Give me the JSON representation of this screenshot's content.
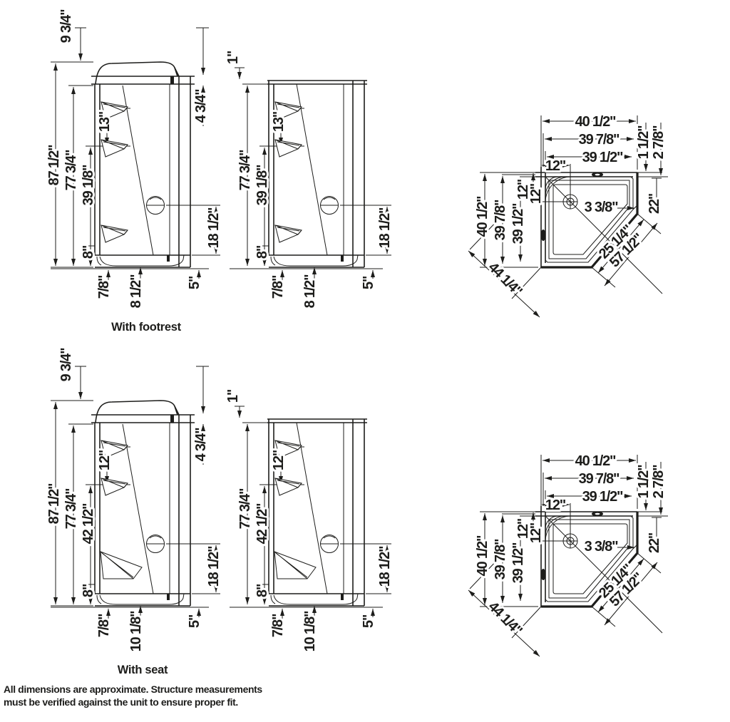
{
  "captions": {
    "footrest": "With footrest",
    "seat": "With seat"
  },
  "footnote": {
    "line1": "All dimensions are approximate. Structure measurements",
    "line2": "must be verified against the unit to ensure proper fit."
  },
  "side_footrest_1": {
    "top_height": "9 3/4\"",
    "overall_height": "87 1/2\"",
    "inner_height": "77 3/4\"",
    "jet_height": "39 1/8\"",
    "jet_spacing": "13\"",
    "top_cap": "4 3/4\"",
    "valve_height": "18 1/2\"",
    "base_height": "8\"",
    "base_lip": "7/8\"",
    "base_depth": "8 1/2\"",
    "apron": "5\""
  },
  "side_footrest_2": {
    "top_cap": "1\"",
    "inner_height": "77 3/4\"",
    "jet_height": "39 1/8\"",
    "jet_spacing": "13\"",
    "valve_height": "18 1/2\"",
    "base_height": "8\"",
    "base_lip": "7/8\"",
    "base_depth": "8 1/2\"",
    "apron": "5\""
  },
  "side_seat_1": {
    "top_height": "9 3/4\"",
    "overall_height": "87 1/2\"",
    "inner_height": "77 3/4\"",
    "seat_height": "42 1/2\"",
    "jet_spacing": "12\"",
    "top_cap": "4 3/4\"",
    "valve_height": "18 1/2\"",
    "base_height": "8\"",
    "base_lip": "7/8\"",
    "base_depth": "10 1/8\"",
    "apron": "5\""
  },
  "side_seat_2": {
    "top_cap": "1\"",
    "inner_height": "77 3/4\"",
    "seat_height": "42 1/2\"",
    "jet_spacing": "12\"",
    "valve_height": "18 1/2\"",
    "base_height": "8\"",
    "base_lip": "7/8\"",
    "base_depth": "10 1/8\"",
    "apron": "5\""
  },
  "plan_top": {
    "width_outer": "40 1/2\"",
    "width_mid": "39 7/8\"",
    "width_inner": "39 1/2\"",
    "offset_top": "12\"",
    "depth_outer": "40 1/2\"",
    "depth_mid": "39 7/8\"",
    "depth_inner": "39 1/2\"",
    "offset_left": "12\"",
    "offset_left2": "12\"",
    "wall_thin": "1 1/2\"",
    "wall_thick": "2 7/8\"",
    "drain_offset": "3 3/8\"",
    "corner_width": "22\"",
    "front_width": "25 1/4\"",
    "diagonal": "57 1/2\"",
    "back_diagonal": "44 1/4\""
  },
  "plan_bottom": {
    "width_outer": "40 1/2\"",
    "width_mid": "39 7/8\"",
    "width_inner": "39 1/2\"",
    "offset_top": "12\"",
    "depth_outer": "40 1/2\"",
    "depth_mid": "39 7/8\"",
    "depth_inner": "39 1/2\"",
    "offset_left": "12\"",
    "offset_left2": "12\"",
    "wall_thin": "1 1/2\"",
    "wall_thick": "2 7/8\"",
    "drain_offset": "3 3/8\"",
    "corner_width": "22\"",
    "front_width": "25 1/4\"",
    "diagonal": "57 1/2\"",
    "back_diagonal": "44 1/4\""
  }
}
